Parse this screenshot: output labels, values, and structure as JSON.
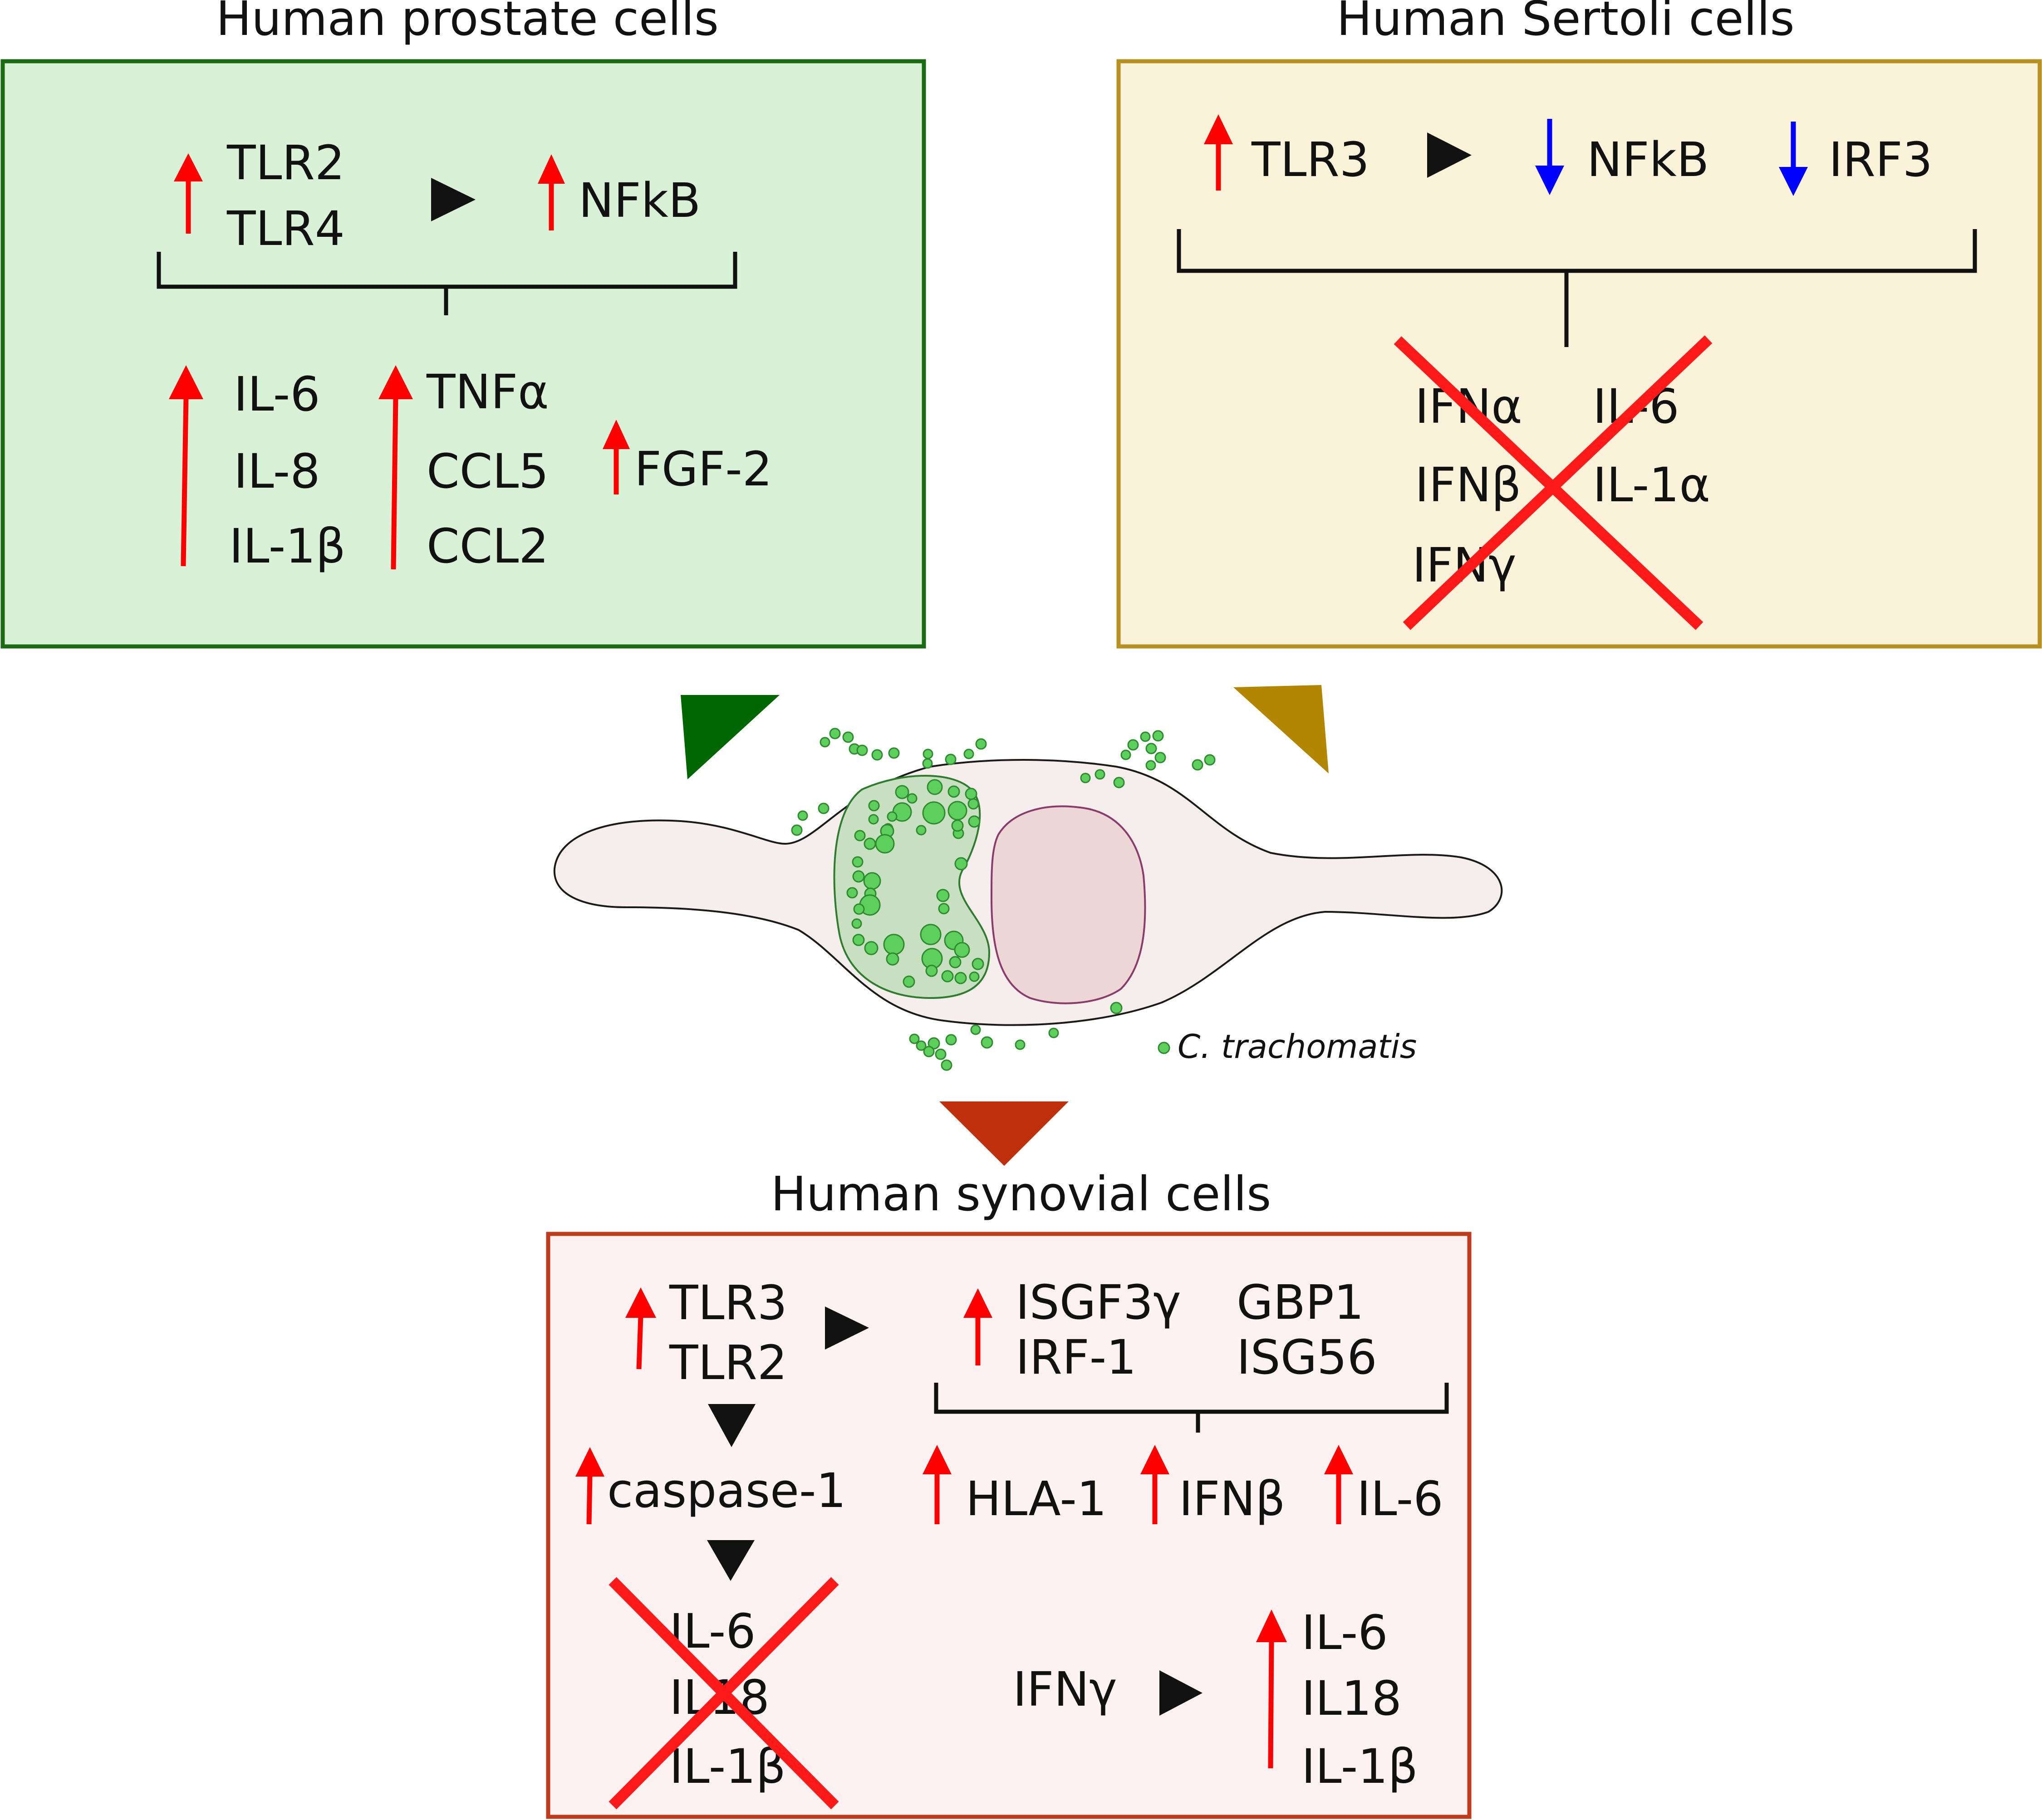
{
  "colors": {
    "prostate_fill": "#d9f2d7",
    "prostate_border": "#1a6b14",
    "sertoli_fill": "#fbf3d9",
    "sertoli_border": "#b8901f",
    "synovial_fill": "#fcf2f1",
    "synovial_border": "#c03a1c",
    "up_arrow": "#ff0000",
    "down_arrow": "#0000ff",
    "cross": "#ff1a1a",
    "pointer_green": "#006600",
    "pointer_gold": "#b38600",
    "pointer_red": "#c0300d",
    "bacteria": "#5ccf5c"
  },
  "prostate": {
    "title": "Human prostate cells",
    "receptors": [
      "TLR2",
      "TLR4"
    ],
    "pathway": "NFkB",
    "cytokines_col1": [
      "IL-6",
      "IL-8",
      "IL-1β"
    ],
    "cytokines_col2": [
      "TNFα",
      "CCL5",
      "CCL2"
    ],
    "growth_factor": "FGF-2"
  },
  "sertoli": {
    "title": "Human Sertoli cells",
    "receptor": "TLR3",
    "pathway1": "NFkB",
    "pathway2": "IRF3",
    "blocked_col1": [
      "IFNα",
      "IFNβ",
      "IFNγ"
    ],
    "blocked_col2": [
      "IL-6",
      "IL-1α"
    ]
  },
  "legend": {
    "label": "C. trachomatis"
  },
  "synovial": {
    "title": "Human synovial cells",
    "receptors": [
      "TLR3",
      "TLR2"
    ],
    "isg_col1": [
      "ISGF3γ",
      "IRF-1"
    ],
    "isg_col2": [
      "GBP1",
      "ISG56"
    ],
    "caspase": "caspase-1",
    "induced": [
      "HLA-1",
      "IFNβ",
      "IL-6"
    ],
    "blocked": [
      "IL-6",
      "IL18",
      "IL-1β"
    ],
    "ifn_gamma": "IFNγ",
    "ifn_gamma_result": [
      "IL-6",
      "IL18",
      "IL-1β"
    ]
  }
}
